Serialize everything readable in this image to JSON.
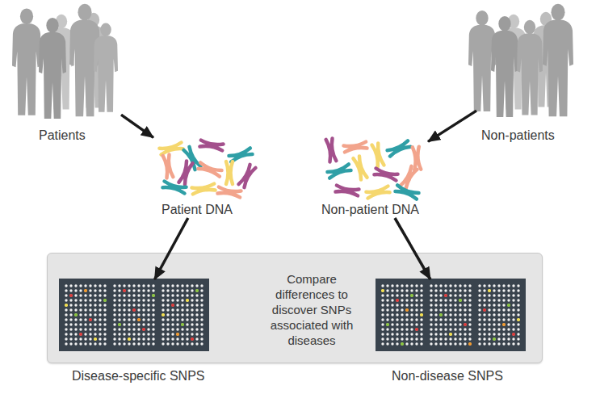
{
  "diagram": {
    "nodes": [
      {
        "text": [
          "Patients"
        ]
      },
      {
        "text": [
          "Patient DNA"
        ]
      },
      {
        "text": [
          "Non-patient DNA"
        ]
      },
      {
        "text": [
          "Non-patients"
        ]
      },
      {
        "text": [
          "Compare differences to discover SNPs associated with diseases"
        ]
      },
      {
        "text": [
          "Disease-specific SNPS"
        ],
        "in": 4
      },
      {
        "text": [
          "Non-disease SNPS"
        ],
        "in": 4
      }
    ],
    "edges": [
      {
        "from": 0,
        "to": 1,
        "arrow": "to"
      },
      {
        "from": 3,
        "to": 2,
        "arrow": "to"
      },
      {
        "from": 1,
        "to": 5,
        "arrow": "to"
      },
      {
        "from": 2,
        "to": 6,
        "arrow": "to"
      }
    ]
  }
}
